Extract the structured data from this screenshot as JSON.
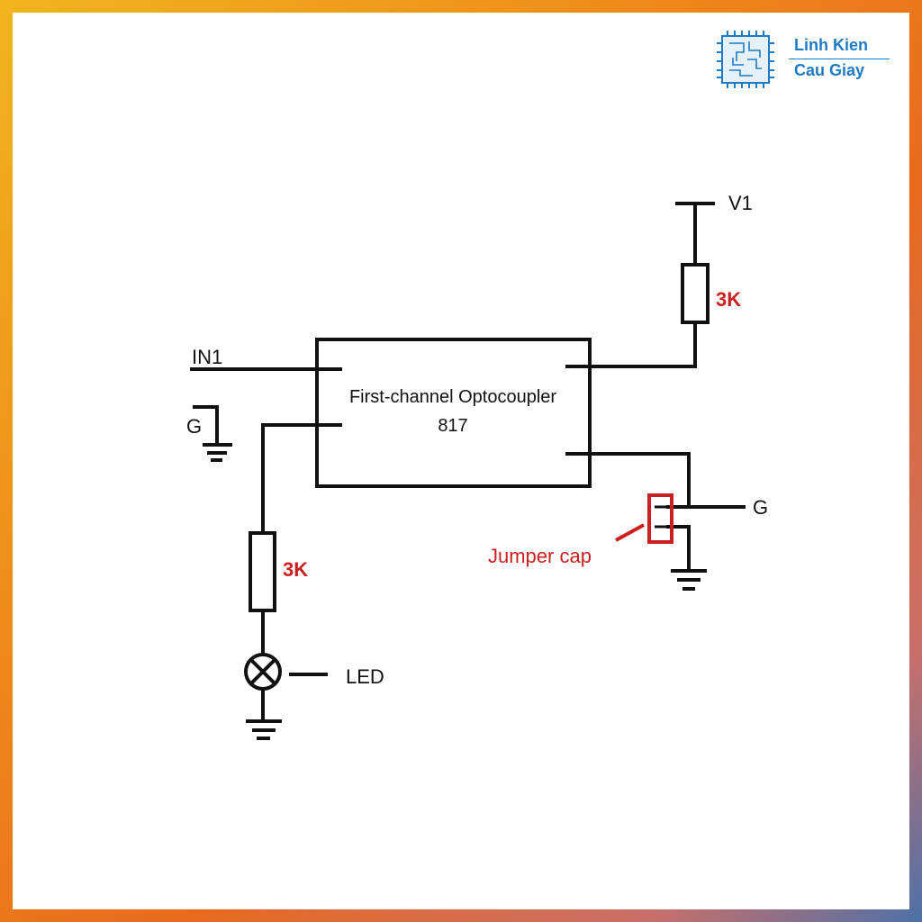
{
  "logo": {
    "line1": "Linh Kien",
    "line2": "Cau Giay",
    "icon": "circuit-chip-icon",
    "color": "#1f7bc4"
  },
  "schematic": {
    "ic_title": "First-channel Optocoupler",
    "ic_part": "817",
    "input_label": "IN1",
    "ground_left_label": "G",
    "supply_label": "V1",
    "resistor_top_label": "3K",
    "resistor_bottom_label": "3K",
    "output_ground_label": "G",
    "jumper_label": "Jumper cap",
    "led_label": "LED",
    "wire_color": "#111111",
    "highlight_color": "#cc1f1f"
  }
}
